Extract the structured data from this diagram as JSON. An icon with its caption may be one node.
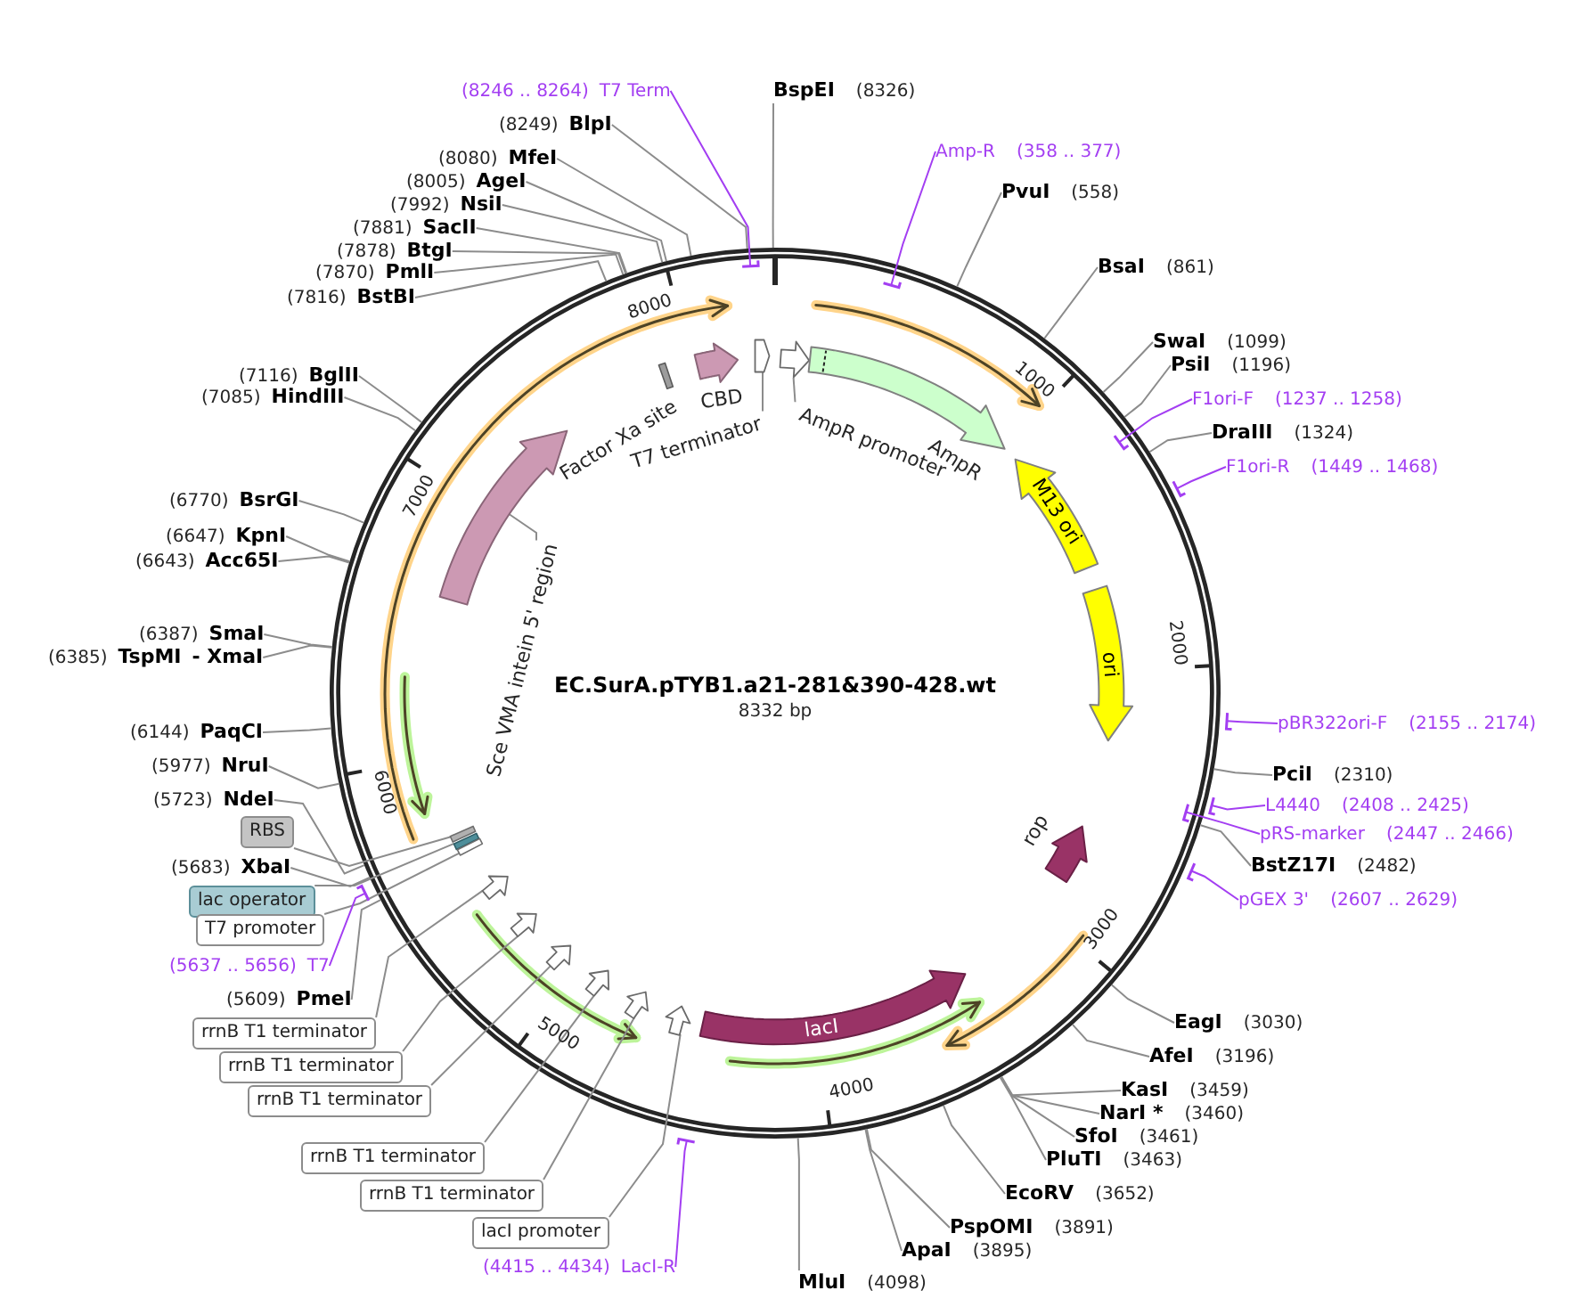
{
  "diagram": {
    "title": "EC.SurA.pTYB1.a21-281&390-428.wt",
    "nodes": [
      {
        "text": [
          "(8246 .. 8264)",
          "T7 Term"
        ]
      },
      {
        "text": [
          "BspEI",
          "(8326)"
        ]
      },
      {
        "text": [
          "(8249)",
          "BlpI"
        ]
      },
      {
        "text": [
          "Amp-R",
          "(358 .. 377)"
        ]
      },
      {
        "text": [
          "(8080)",
          "MfeI"
        ]
      },
      {
        "text": [
          "(8005)",
          "AgeI"
        ]
      },
      {
        "text": [
          "PvuI",
          "(558)"
        ]
      },
      {
        "text": [
          "(7992)",
          "NsiI"
        ]
      },
      {
        "text": [
          "(7881)",
          "SacII"
        ]
      },
      {
        "text": [
          "(7878)",
          "BtgI"
        ]
      },
      {
        "text": [
          "BsaI",
          "(861)"
        ]
      },
      {
        "text": [
          "(7870)",
          "PmlI"
        ]
      },
      {
        "text": [
          "(7816)",
          "BstBI"
        ]
      },
      {
        "text": [
          "SwaI",
          "(1099)"
        ]
      },
      {
        "text": [],
        "shape": "bar"
      },
      {
        "text": [],
        "shape": "arrow",
        "beside": [
          "CBD"
        ]
      },
      {
        "text": [],
        "shape": "arrow"
      },
      {
        "text": [],
        "shape": "arrow"
      },
      {
        "text": [],
        "shape": "arrow",
        "beside": [
          "AmpR"
        ]
      },
      {
        "text": [
          "PsiI",
          "(1196)"
        ]
      },
      {
        "text": [
          "(7116)",
          "BglII"
        ]
      },
      {
        "text": [
          "(7085)",
          "HindIII"
        ]
      },
      {
        "text": [
          "F1ori-F",
          "(1237 .. 1258)"
        ]
      },
      {
        "text": [
          "T7 terminator"
        ]
      },
      {
        "text": [
          "AmpR promoter"
        ]
      },
      {
        "text": [
          "DraIII",
          "(1324)"
        ]
      },
      {
        "text": [
          "F1ori-R",
          "(1449 .. 1468)"
        ]
      },
      {
        "text": [
          "M13 ori"
        ]
      },
      {
        "text": [
          "(6770)",
          "BsrGI"
        ]
      },
      {
        "text": [],
        "shape": "arrow"
      },
      {
        "text": [
          "(6647)",
          "KpnI"
        ]
      },
      {
        "text": [
          "(6643)",
          "Acc65I"
        ]
      },
      {
        "text": [
          "Sce VMA intein 5' region"
        ]
      },
      {
        "text": [
          "ori"
        ]
      },
      {
        "text": [
          "(6387)",
          "SmaI"
        ]
      },
      {
        "text": [
          "(6385)",
          "TspMI",
          "- XmaI"
        ]
      },
      {
        "text": [
          "pBR322ori-F",
          "(2155 .. 2174)"
        ]
      },
      {
        "text": [
          "(6144)",
          "PaqCI"
        ]
      },
      {
        "text": [
          "(5977)",
          "NruI"
        ]
      },
      {
        "text": [
          "PciI",
          "(2310)"
        ]
      },
      {
        "text": [
          "(5723)",
          "NdeI"
        ]
      },
      {
        "text": [
          "L4440",
          "(2408 .. 2425)"
        ]
      },
      {
        "text": [
          "RBS"
        ]
      },
      {
        "text": [
          "pRS-marker",
          "(2447 .. 2466)"
        ]
      },
      {
        "text": [],
        "shape": "bar"
      },
      {
        "text": [],
        "shape": "bar"
      },
      {
        "text": [],
        "shape": "bar"
      },
      {
        "text": [],
        "shape": "arrow",
        "beside": [
          "rop"
        ]
      },
      {
        "text": [
          "BstZ17I",
          "(2482)"
        ]
      },
      {
        "text": [
          "(5683)",
          "XbaI"
        ]
      },
      {
        "text": [
          "lac operator"
        ]
      },
      {
        "text": [],
        "shape": "arrow"
      },
      {
        "text": [
          "pGEX 3'",
          "(2607 .. 2629)"
        ]
      },
      {
        "text": [
          "T7 promoter"
        ]
      },
      {
        "text": [],
        "shape": "arrow"
      },
      {
        "text": [],
        "shape": "arrow"
      },
      {
        "text": [
          "(5637 .. 5656)",
          "T7"
        ]
      },
      {
        "text": [],
        "shape": "arrow"
      },
      {
        "text": [
          "(5609)",
          "PmeI"
        ]
      },
      {
        "text": [],
        "shape": "arrow"
      },
      {
        "text": [
          "lacI"
        ]
      },
      {
        "text": [
          "EagI",
          "(3030)"
        ]
      },
      {
        "text": [],
        "shape": "arrow"
      },
      {
        "text": [
          "rrnB T1 terminator"
        ]
      },
      {
        "text": [
          "rrnB T1 terminator"
        ]
      },
      {
        "text": [
          "AfeI",
          "(3196)"
        ]
      },
      {
        "text": [
          "rrnB T1 terminator"
        ]
      },
      {
        "text": [
          "KasI",
          "(3459)"
        ]
      },
      {
        "text": [
          "NarI *",
          "(3460)"
        ]
      },
      {
        "text": [
          "SfoI",
          "(3461)"
        ]
      },
      {
        "text": [
          "rrnB T1 terminator"
        ]
      },
      {
        "text": [
          "PluTI",
          "(3463)"
        ]
      },
      {
        "text": [
          "rrnB T1 terminator"
        ]
      },
      {
        "text": [
          "EcoRV",
          "(3652)"
        ]
      },
      {
        "text": [
          "lacI promoter"
        ]
      },
      {
        "text": [
          "PspOMI",
          "(3891)"
        ]
      },
      {
        "text": [
          "ApaI",
          "(3895)"
        ]
      },
      {
        "text": [
          "(4415 .. 4434)",
          "LacI-R"
        ]
      },
      {
        "text": [
          "MluI",
          "(4098)"
        ]
      }
    ],
    "edges": [
      {
        "from": 0,
        "to": null,
        "arrow": "other",
        "color": "#a33ef2"
      },
      {
        "from": 1,
        "to": null,
        "arrow": "none"
      },
      {
        "from": 2,
        "to": null,
        "arrow": "none"
      },
      {
        "from": 3,
        "to": null,
        "arrow": "other",
        "color": "#a33ef2"
      },
      {
        "from": 4,
        "to": null,
        "arrow": "none"
      },
      {
        "from": 5,
        "to": null,
        "arrow": "none"
      },
      {
        "from": 6,
        "to": null,
        "arrow": "none"
      },
      {
        "from": 7,
        "to": null,
        "arrow": "none"
      },
      {
        "from": 8,
        "to": null,
        "arrow": "none"
      },
      {
        "from": 9,
        "to": null,
        "arrow": "none"
      },
      {
        "from": 10,
        "to": null,
        "arrow": "none"
      },
      {
        "from": 11,
        "to": null,
        "arrow": "none"
      },
      {
        "from": 12,
        "to": null,
        "arrow": "none"
      },
      {
        "from": 13,
        "to": null,
        "arrow": "none"
      },
      {
        "from": 19,
        "to": null,
        "arrow": "none"
      },
      {
        "from": 20,
        "to": null,
        "arrow": "none"
      },
      {
        "from": 21,
        "to": null,
        "arrow": "none"
      },
      {
        "from": 22,
        "to": null,
        "arrow": "other",
        "color": "#a33ef2"
      },
      {
        "from": 23,
        "to": 16,
        "arrow": "none"
      },
      {
        "from": 24,
        "to": 17,
        "arrow": "none"
      },
      {
        "from": 25,
        "to": null,
        "arrow": "none"
      },
      {
        "from": 26,
        "to": null,
        "arrow": "other",
        "color": "#a33ef2"
      },
      {
        "from": 28,
        "to": null,
        "arrow": "none"
      },
      {
        "from": 30,
        "to": null,
        "arrow": "none"
      },
      {
        "from": 31,
        "to": null,
        "arrow": "none"
      },
      {
        "from": 32,
        "to": 29,
        "arrow": "none"
      },
      {
        "from": 34,
        "to": null,
        "arrow": "none"
      },
      {
        "from": 35,
        "to": null,
        "arrow": "none"
      },
      {
        "from": 36,
        "to": null,
        "arrow": "other",
        "color": "#a33ef2"
      },
      {
        "from": 37,
        "to": null,
        "arrow": "none"
      },
      {
        "from": 38,
        "to": null,
        "arrow": "none"
      },
      {
        "from": 39,
        "to": null,
        "arrow": "none"
      },
      {
        "from": 40,
        "to": null,
        "arrow": "none"
      },
      {
        "from": 41,
        "to": null,
        "arrow": "other",
        "color": "#a33ef2"
      },
      {
        "from": 42,
        "to": 44,
        "arrow": "none"
      },
      {
        "from": 43,
        "to": null,
        "arrow": "other",
        "color": "#a33ef2"
      },
      {
        "from": 48,
        "to": null,
        "arrow": "none"
      },
      {
        "from": 49,
        "to": null,
        "arrow": "none"
      },
      {
        "from": 50,
        "to": 45,
        "arrow": "none"
      },
      {
        "from": 52,
        "to": null,
        "arrow": "other",
        "color": "#a33ef2"
      },
      {
        "from": 53,
        "to": 46,
        "arrow": "none"
      },
      {
        "from": 56,
        "to": null,
        "arrow": "other",
        "color": "#a33ef2"
      },
      {
        "from": 58,
        "to": null,
        "arrow": "none"
      },
      {
        "from": 61,
        "to": null,
        "arrow": "none"
      },
      {
        "from": 63,
        "to": 51,
        "arrow": "none"
      },
      {
        "from": 64,
        "to": 54,
        "arrow": "none"
      },
      {
        "from": 65,
        "to": null,
        "arrow": "none"
      },
      {
        "from": 66,
        "to": 55,
        "arrow": "none"
      },
      {
        "from": 67,
        "to": null,
        "arrow": "none"
      },
      {
        "from": 68,
        "to": null,
        "arrow": "none"
      },
      {
        "from": 69,
        "to": null,
        "arrow": "none"
      },
      {
        "from": 70,
        "to": 57,
        "arrow": "none"
      },
      {
        "from": 71,
        "to": null,
        "arrow": "none"
      },
      {
        "from": 72,
        "to": 59,
        "arrow": "none"
      },
      {
        "from": 73,
        "to": null,
        "arrow": "none"
      },
      {
        "from": 74,
        "to": 62,
        "arrow": "none"
      },
      {
        "from": 75,
        "to": null,
        "arrow": "none"
      },
      {
        "from": 76,
        "to": null,
        "arrow": "none"
      },
      {
        "from": 77,
        "to": null,
        "arrow": "other",
        "color": "#a33ef2"
      },
      {
        "from": 78,
        "to": null,
        "arrow": "none"
      }
    ],
    "labels": [
      "8000",
      "1000",
      "Factor Xa site",
      "7000",
      "2000",
      "8332 bp",
      "6000",
      "3000",
      "5000",
      "4000"
    ]
  }
}
